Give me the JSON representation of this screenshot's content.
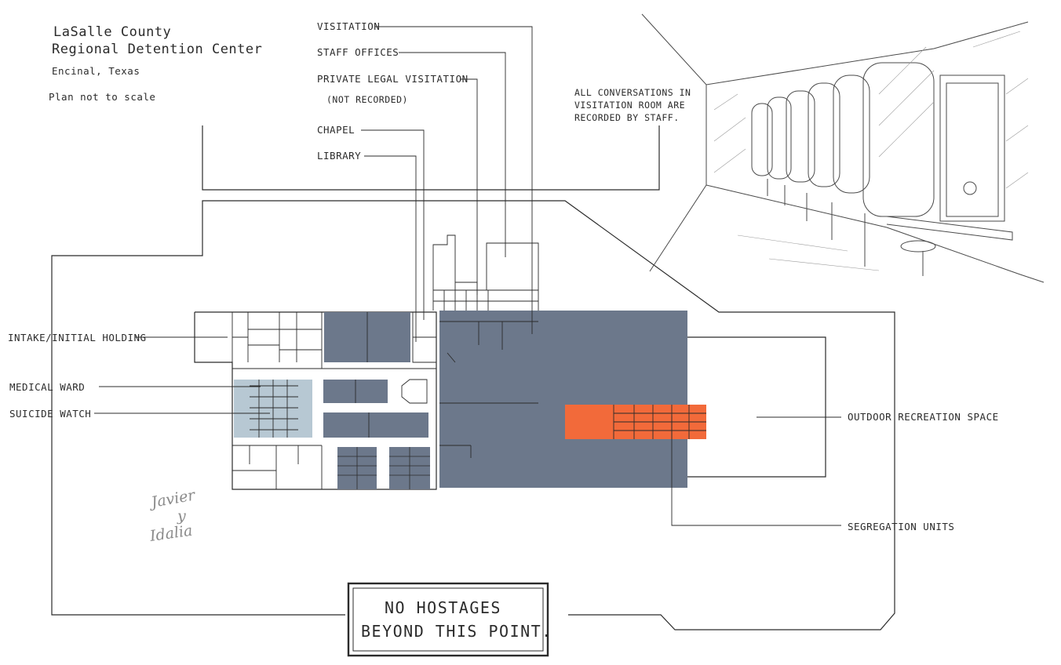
{
  "header": {
    "title_line1": "LaSalle County",
    "title_line2": "Regional Detention Center",
    "location": "Encinal, Texas",
    "scale_note": "Plan not to scale"
  },
  "labels": {
    "visitation": "VISITATION",
    "staff_offices": "STAFF OFFICES",
    "private_legal": "PRIVATE LEGAL VISITATION",
    "not_recorded": "(NOT RECORDED)",
    "chapel": "CHAPEL",
    "library": "LIBRARY",
    "intake": "INTAKE/INITIAL HOLDING",
    "medical": "MEDICAL WARD",
    "suicide": "SUICIDE WATCH",
    "outdoor": "OUTDOOR RECREATION SPACE",
    "segregation": "SEGREGATION UNITS"
  },
  "sketch_note": {
    "line1": "ALL CONVERSATIONS IN",
    "line2": "VISITATION ROOM ARE",
    "line3": "RECORDED BY STAFF."
  },
  "sign": {
    "line1": "NO HOSTAGES",
    "line2": "BEYOND THIS POINT."
  },
  "signature": {
    "line1": "Javier",
    "line2": "y",
    "line3": "Idalia"
  },
  "colors": {
    "slate": "#6c788b",
    "pale_blue": "#b7c8d3",
    "orange": "#f26a3a",
    "ink": "#2b2b2b"
  }
}
